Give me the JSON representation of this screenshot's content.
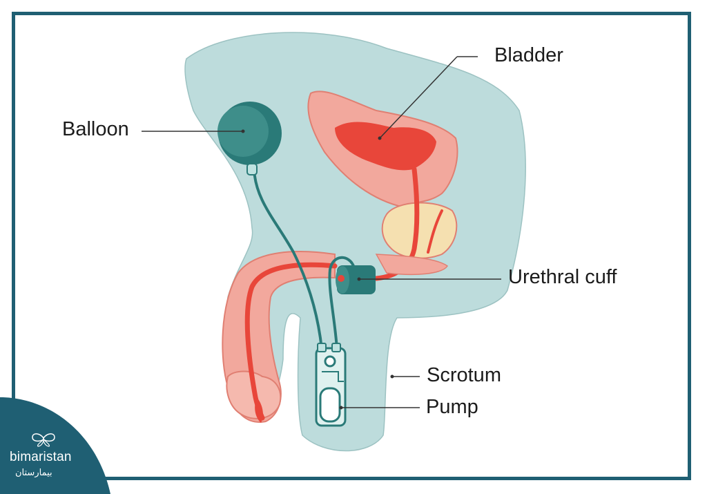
{
  "labels": {
    "bladder": "Bladder",
    "balloon": "Balloon",
    "urethral_cuff": "Urethral cuff",
    "scrotum": "Scrotum",
    "pump": "Pump"
  },
  "brand": {
    "name_latin": "bimaristan",
    "name_arabic": "بيمارستان",
    "icon": "butterfly-icon"
  },
  "colors": {
    "frame": "#1f5f73",
    "body_fill": "#bddcdc",
    "device_teal": "#2a7a78",
    "tissue_pink": "#f2a89d",
    "urethra_red": "#e8463a",
    "prostate": "#f5e0b0",
    "brand_bg": "#1f5f73"
  }
}
